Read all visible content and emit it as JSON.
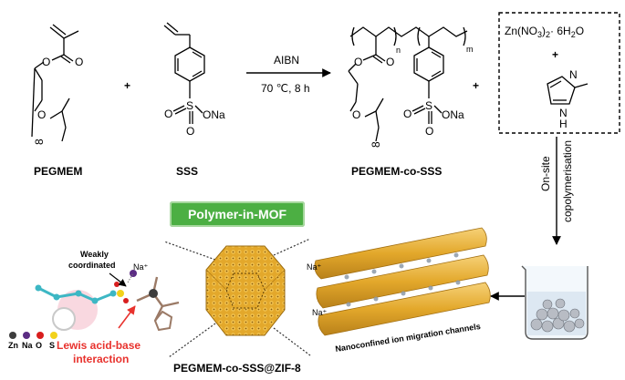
{
  "reagents": {
    "monomer1": "PEGMEM",
    "monomer2": "SSS",
    "initiator": "AIBN",
    "conditions": "70 ℃, 8 h",
    "copolymer": "PEGMEM-co-SSS",
    "zinc_salt": "Zn(NO3)2· 6H2O"
  },
  "atoms": {
    "o": "O",
    "s": "S",
    "na": "ONa",
    "n": "N",
    "h": "H",
    "n_index": "n",
    "m_index": "m",
    "peg_index": "8"
  },
  "process": {
    "step": "On-site copolymerisation",
    "step_line1": "On-site",
    "step_line2": "copolymerisation",
    "badge": "Polymer-in-MOF",
    "product": "PEGMEM-co-SSS@ZIF-8",
    "channels": "Nanoconfined ion migration channels",
    "na_ion": "Na⁺"
  },
  "mechanism": {
    "weak_label_1": "Weakly",
    "weak_label_2": "coordinated",
    "interaction_1": "Lewis acid-base",
    "interaction_2": "interaction",
    "legend": [
      "Zn",
      "Na",
      "O",
      "S"
    ]
  },
  "colors": {
    "accent_green": "#4caf43",
    "interaction_red": "#e8322d",
    "mof_gold": "#e3a82b",
    "legend": [
      "#3d3d3d",
      "#5b2c83",
      "#d81e1e",
      "#f2d21b"
    ]
  }
}
